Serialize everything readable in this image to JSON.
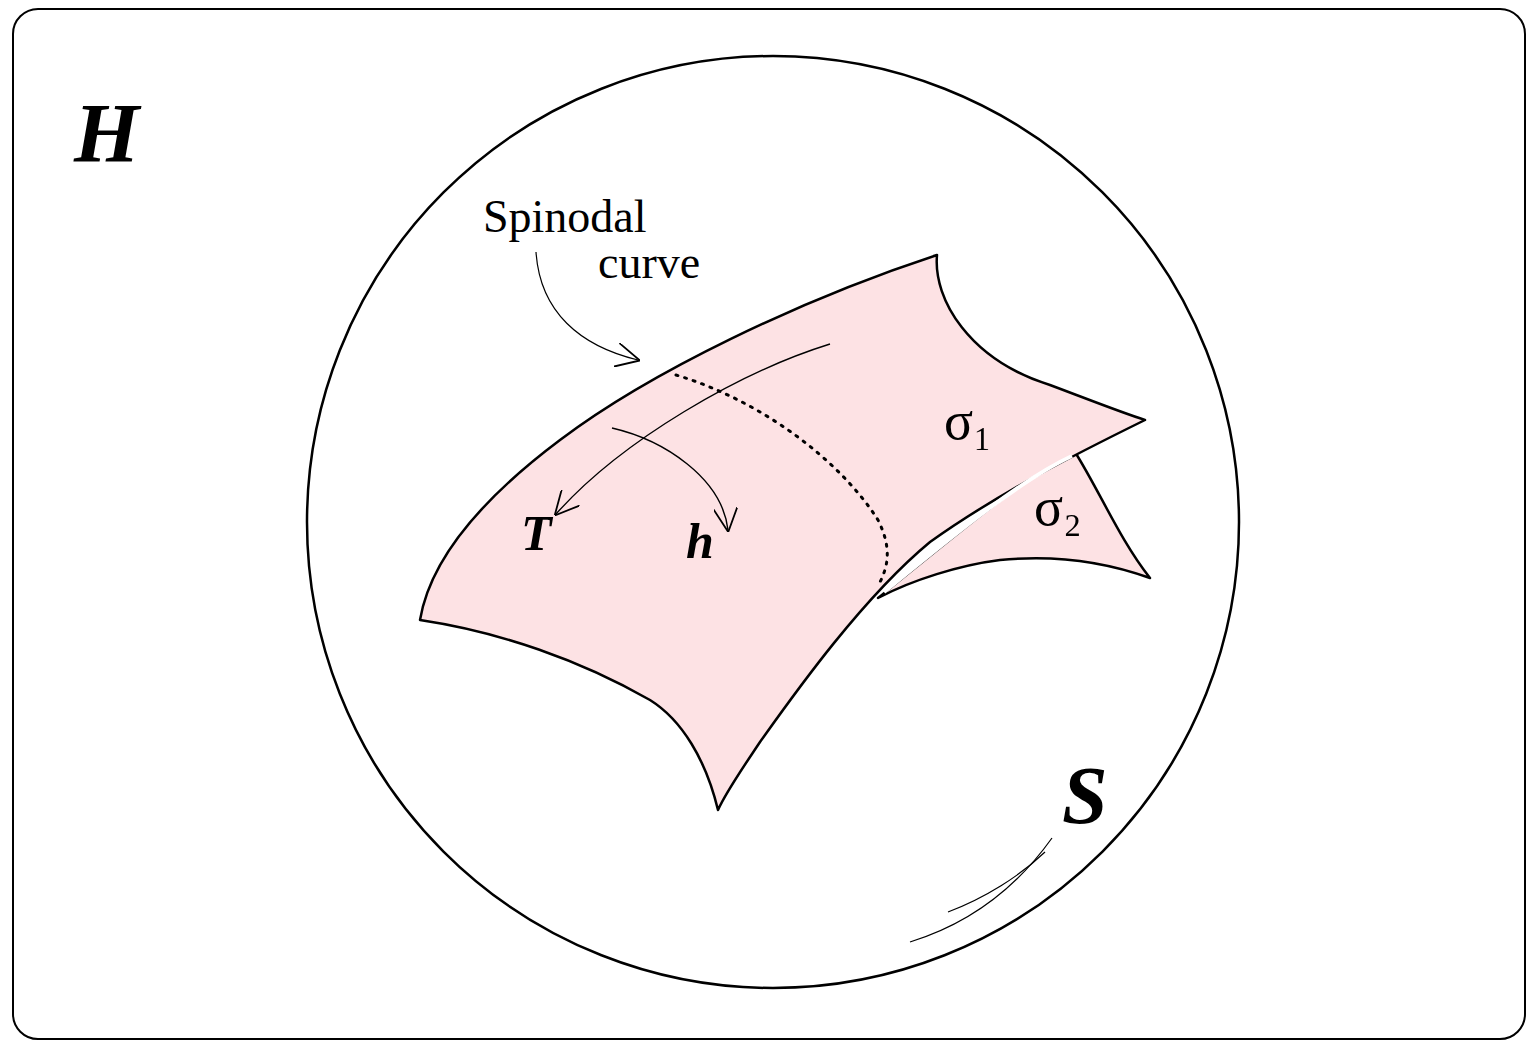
{
  "diagram": {
    "nodes": [
      {
        "text": [
          "H"
        ]
      },
      {
        "text": [
          "S"
        ],
        "in": 0
      }
    ],
    "labels": [
      "Spinodal curve",
      "T",
      "h",
      "σ₁",
      "σ₂"
    ]
  }
}
